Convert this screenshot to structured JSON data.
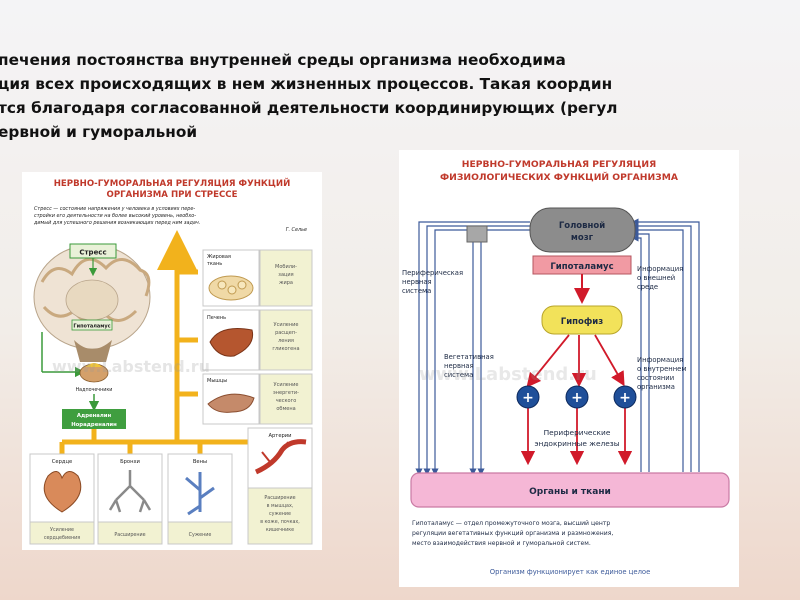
{
  "slide": {
    "lines": [
      "печения постоянства внутренней среды организма необходима",
      "ция всех происходящих в нем жизненных процессов. Такая координ",
      "тся благодаря согласованной деятельности координирующих (регул",
      "ервной и гуморальной"
    ]
  },
  "left_poster": {
    "title": [
      "НЕРВНО-ГУМОРАЛЬНАЯ РЕГУЛЯЦИЯ ФУНКЦИЙ",
      "ОРГАНИЗМА ПРИ СТРЕССЕ"
    ],
    "quote": [
      "Стресс — состояние напряжения у человека в условиях пере-",
      "стройки его деятельности на более высокий уровень, необхо-",
      "димый для успешного решения возникающих перед ним задач."
    ],
    "quote_author": "Г. Селье",
    "stress_label": "Стресс",
    "hypothalamus_label": "Гипоталамус",
    "adrenal_label": "Надпочечники",
    "hormones_label": [
      "Адреналин",
      "Норадреналин"
    ],
    "watermark": "www.Labstend.ru",
    "right_column": [
      {
        "name": "Жировая ткань",
        "name_lines": [
          "Жировая",
          "ткань"
        ],
        "effect": [
          "Мобили-",
          "зация",
          "жира"
        ],
        "icon": "fat-tissue-icon"
      },
      {
        "name": "Печень",
        "name_lines": [
          "Печень"
        ],
        "effect": [
          "Усиление",
          "расщеп-",
          "ления",
          "гликогена"
        ],
        "icon": "liver-icon"
      },
      {
        "name": "Мышцы",
        "name_lines": [
          "Мышцы"
        ],
        "effect": [
          "Усиление",
          "энергети-",
          "ческого",
          "обмена"
        ],
        "icon": "muscle-icon"
      },
      {
        "name": "Артерии",
        "name_lines": [
          "Артерии"
        ],
        "effect": [
          "Расширение",
          "в мышцах,",
          "сужение",
          "в коже, почках,",
          "кишечнике"
        ],
        "icon": "artery-icon"
      }
    ],
    "bottom_row": [
      {
        "name": "Сердце",
        "effect": [
          "Усиление",
          "сердцебиения"
        ],
        "icon": "heart-icon"
      },
      {
        "name": "Бронхи",
        "effect": [
          "Расширение"
        ],
        "icon": "bronchi-icon"
      },
      {
        "name": "Вены",
        "effect": [
          "Сужение"
        ],
        "icon": "veins-icon"
      }
    ],
    "colors": {
      "title": "#c0392b",
      "arrow": "#f2b21c",
      "label_bg": "#e9f1d8",
      "effect_bg": "#f2f2d2"
    }
  },
  "right_poster": {
    "title": [
      "НЕРВНО-ГУМОРАЛЬНАЯ РЕГУЛЯЦИЯ",
      "ФИЗИОЛОГИЧЕСКИХ ФУНКЦИЙ ОРГАНИЗМА"
    ],
    "brain_label": [
      "Головной",
      "мозг"
    ],
    "hypothalamus_label": "Гипоталамус",
    "pituitary_label": "Гипофиз",
    "peripheral_nervous": [
      "Периферическая",
      "нервная",
      "система"
    ],
    "external_info": [
      "Информация",
      "о внешней",
      "среде"
    ],
    "vegetative_nervous": [
      "Вегетативная",
      "нервная",
      "система"
    ],
    "internal_info": [
      "Информация",
      "о внутреннем",
      "состоянии",
      "организма"
    ],
    "plus_symbol": "+",
    "glands_label": [
      "Периферические",
      "эндокринные железы"
    ],
    "organs_label": "Органы и ткани",
    "definition": [
      "Гипоталамус — отдел промежуточного мозга, высший центр",
      "регуляции вегетативных функций организма и размножения,",
      "место взаимодействия нервной и гуморальной систем."
    ],
    "footer": "Организм функционирует как единое целое",
    "watermark": "www.Labstend.ru",
    "colors": {
      "title": "#c0392b",
      "arrow_blue": "#3c5a9a",
      "arrow_red": "#d11a2a",
      "gland": "#1f4f99",
      "organs": "#f5b7d6",
      "hypothalamus": "#f19aa3",
      "pituitary": "#f2e25a",
      "brain": "#8c8c8c"
    }
  }
}
